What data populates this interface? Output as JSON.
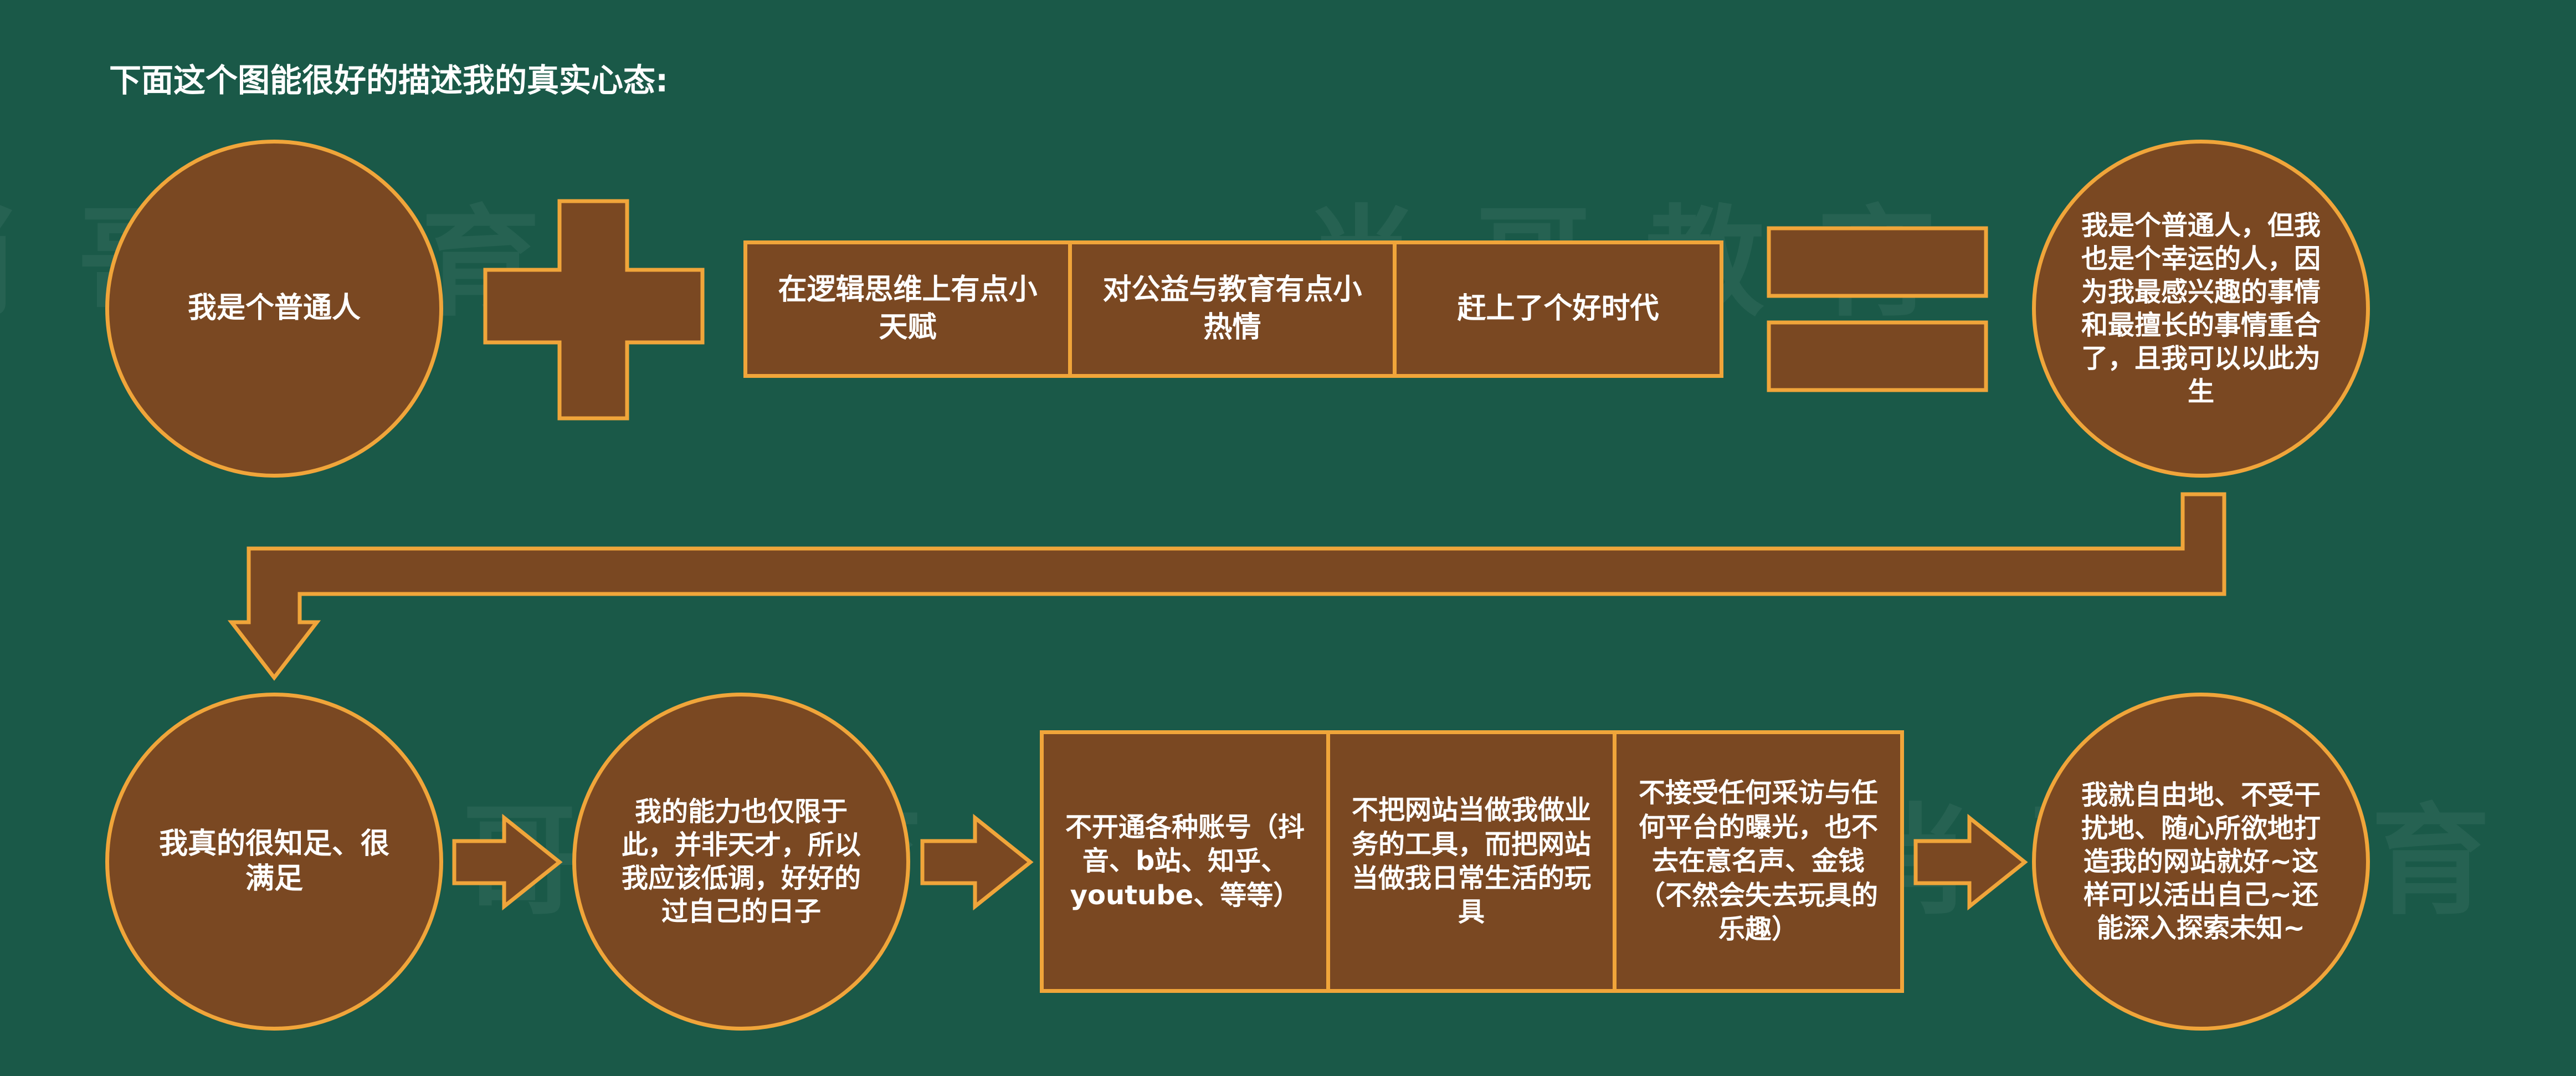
{
  "heading": "下面这个图能很好的描述我的真实心态:",
  "watermark": "肖哥教育",
  "colors": {
    "background": "#1a5948",
    "fill": "#7a4822",
    "stroke": "#f0a53a",
    "text": "#ffffff"
  },
  "row1": {
    "start": "我是个普通人",
    "plus_symbol": "+",
    "traits": [
      "在逻辑思维上有点小天赋",
      "对公益与教育有点小热情",
      "赶上了个好时代"
    ],
    "equals_symbol": "=",
    "result": "我是个普通人，但我也是个幸运的人，因为我最感兴趣的事情和最擅长的事情重合了，且我可以以此为生"
  },
  "row2": {
    "content": "我真的很知足、很满足",
    "humble": "我的能力也仅限于此，并非天才，所以我应该低调，好好的过自己的日子",
    "choices": [
      "不开通各种账号（抖音、b站、知乎、youtube、等等）",
      "不把网站当做我做业务的工具，而把网站当做我日常生活的玩具",
      "不接受任何采访与任何平台的曝光，也不去在意名声、金钱（不然会失去玩具的乐趣）"
    ],
    "final": "我就自由地、不受干扰地、随心所欲地打造我的网站就好~这样可以活出自己~还能深入探索未知~"
  }
}
